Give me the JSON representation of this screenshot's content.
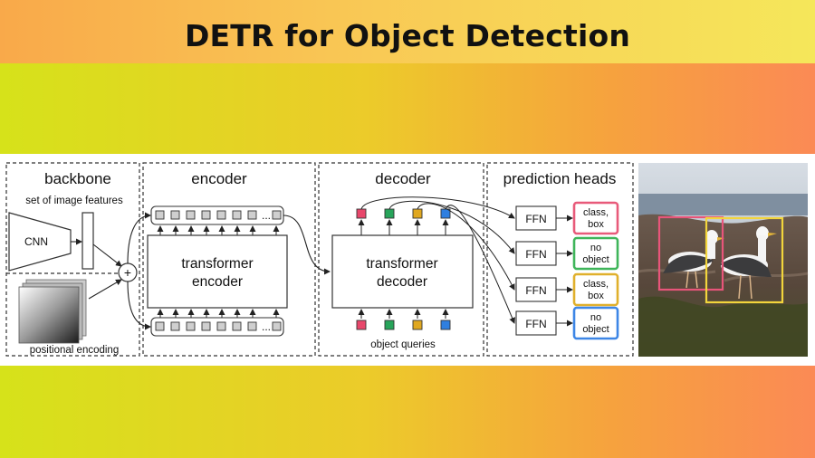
{
  "title": "DETR for Object Detection",
  "diagram": {
    "backbone": {
      "heading": "backbone",
      "features_label": "set of image features",
      "cnn_label": "CNN",
      "plus_symbol": "+",
      "positional_label": "positional encoding"
    },
    "encoder": {
      "heading": "encoder",
      "block_line1": "transformer",
      "block_line2": "encoder",
      "ellipsis": "..."
    },
    "decoder": {
      "heading": "decoder",
      "block_line1": "transformer",
      "block_line2": "decoder",
      "queries_label": "object queries",
      "query_colors": [
        "#e8476b",
        "#27a45a",
        "#e0a821",
        "#2f7fe0"
      ]
    },
    "prediction_heads": {
      "heading": "prediction heads",
      "ffn_label": "FFN",
      "outputs": [
        {
          "line1": "class,",
          "line2": "box",
          "color": "#e85a7a"
        },
        {
          "line1": "no",
          "line2": "object",
          "color": "#3fb55a"
        },
        {
          "line1": "class,",
          "line2": "box",
          "color": "#e0b02c"
        },
        {
          "line1": "no",
          "line2": "object",
          "color": "#3d86e6"
        }
      ]
    },
    "photo": {
      "box_colors": [
        "#e8557a",
        "#f2d53c"
      ]
    }
  }
}
